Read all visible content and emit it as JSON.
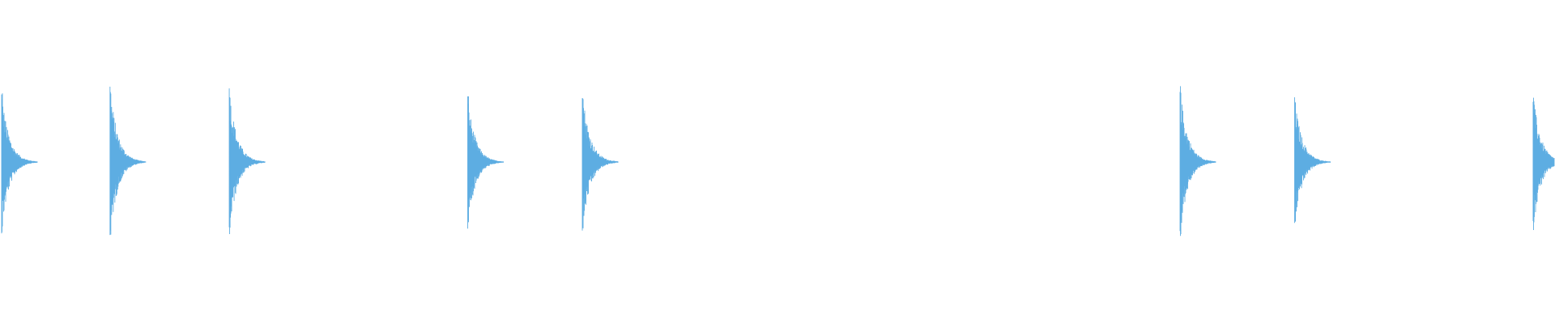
{
  "waveform": {
    "color": "#5dade2",
    "background": "#ffffff",
    "baseline": "center",
    "events": [
      {
        "time": 0.0,
        "amplitude": 0.9
      },
      {
        "time": 0.07,
        "amplitude": 0.99
      },
      {
        "time": 0.147,
        "amplitude": 0.95
      },
      {
        "time": 0.301,
        "amplitude": 0.84
      },
      {
        "time": 0.375,
        "amplitude": 0.93
      },
      {
        "time": 0.761,
        "amplitude": 0.96
      },
      {
        "time": 0.835,
        "amplitude": 0.82
      },
      {
        "time": 0.989,
        "amplitude": 0.87
      }
    ]
  }
}
